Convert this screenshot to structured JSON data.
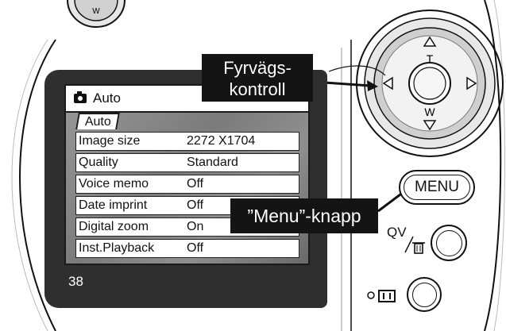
{
  "lcd": {
    "mode_title": "Auto",
    "tab_label": "Auto",
    "menu_rows": [
      {
        "label": "Image size",
        "value": "2272 X1704"
      },
      {
        "label": "Quality",
        "value": "Standard"
      },
      {
        "label": "Voice memo",
        "value": "Off"
      },
      {
        "label": "Date imprint",
        "value": "Off"
      },
      {
        "label": "Digital zoom",
        "value": "On"
      },
      {
        "label": "Inst.Playback",
        "value": "Off"
      }
    ],
    "frame_count": "38"
  },
  "callouts": {
    "four_way_line1": "Fyrvägs-",
    "four_way_line2": "kontroll",
    "menu_button": "”Menu”-knapp"
  },
  "controls": {
    "menu_button_label": "MENU",
    "qv_label": "QV",
    "dial_tele_label": "T",
    "dial_wide_label": "W",
    "top_dial_label": "W"
  }
}
